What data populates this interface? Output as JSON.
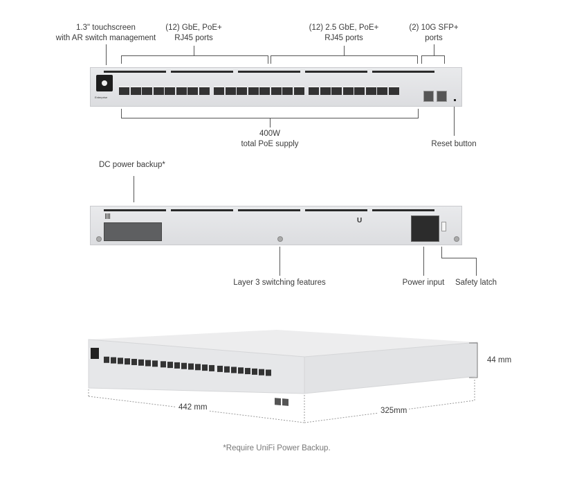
{
  "front": {
    "touchscreen": {
      "line1": "1.3\" touchscreen",
      "line2": "with AR switch management"
    },
    "gbe_ports": {
      "line1": "(12) GbE, PoE+",
      "line2": "RJ45 ports"
    },
    "mgbe_ports": {
      "line1": "(12) 2.5 GbE, PoE+",
      "line2": "RJ45 ports"
    },
    "sfp_ports": {
      "line1": "(2) 10G SFP+",
      "line2": "ports"
    },
    "poe_supply": {
      "line1": "400W",
      "line2": "total PoE supply"
    },
    "reset": "Reset button",
    "brand": "Enterprise"
  },
  "rear": {
    "dc_backup": "DC power backup*",
    "layer3": "Layer 3 switching features",
    "power_input": "Power input",
    "safety_latch": "Safety latch"
  },
  "dimensions": {
    "height": "44 mm",
    "width": "442 mm",
    "depth": "325mm"
  },
  "footnote": "*Require UniFi Power Backup.",
  "ports": {
    "rj45_count": 24,
    "sfp_count": 2
  }
}
